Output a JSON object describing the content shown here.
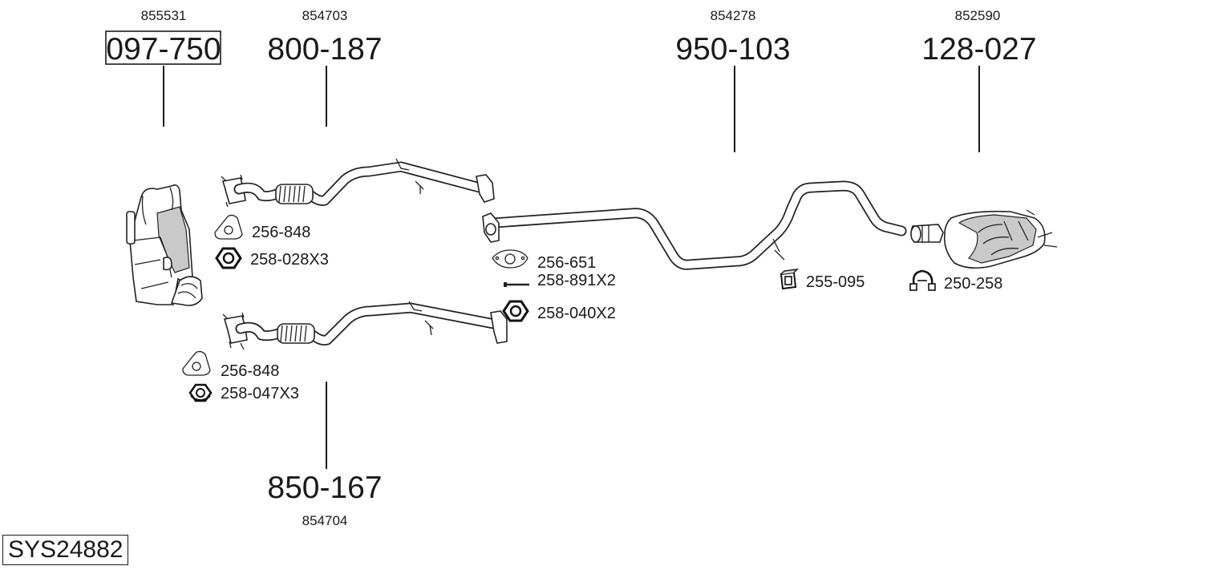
{
  "system_code": "SYS24882",
  "parts": {
    "catalyst": {
      "number": "097-750",
      "ref": "855531"
    },
    "front_pipe_a": {
      "number": "800-187",
      "ref": "854703"
    },
    "front_pipe_b": {
      "number": "850-167",
      "ref": "854704"
    },
    "middle_pipe": {
      "number": "950-103",
      "ref": "854278"
    },
    "rear_silencer": {
      "number": "128-027",
      "ref": "852590"
    }
  },
  "accessories": {
    "gasket_a": "256-848",
    "nut_a": "258-028X3",
    "gasket_b": "256-848",
    "nut_b": "258-047X3",
    "gasket_c": "256-651",
    "bolt_c": "258-891X2",
    "nut_c": "258-040X2",
    "rubber_mount": "255-095",
    "clamp": "250-258"
  }
}
